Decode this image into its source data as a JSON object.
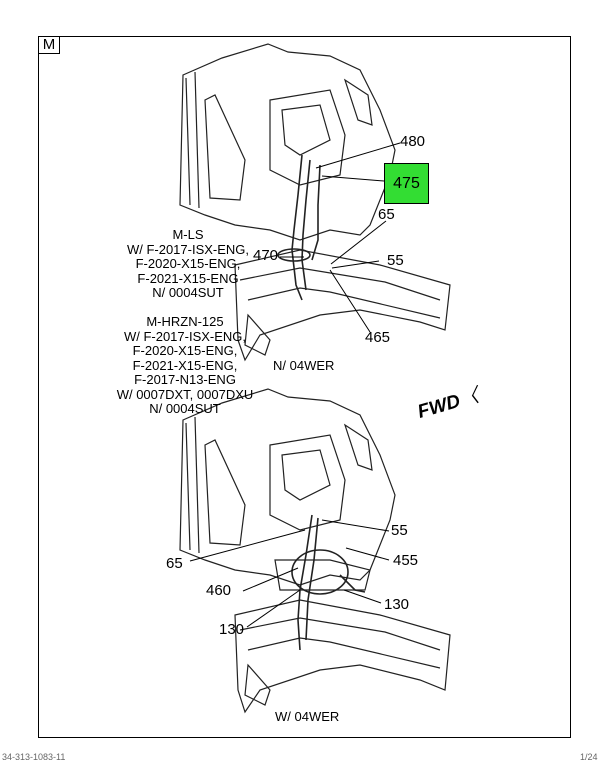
{
  "view_tag": "M",
  "callouts": {
    "c480": "480",
    "c475": "475",
    "c65_top": "65",
    "c470": "470",
    "c55_top": "55",
    "c465": "465",
    "c55_bot": "55",
    "c455": "455",
    "c65_bot": "65",
    "c460": "460",
    "c130_left": "130",
    "c130_right": "130"
  },
  "notes": {
    "mls": [
      "M-LS",
      "W/ F-2017-ISX-ENG,",
      "F-2020-X15-ENG,",
      "F-2021-X15-ENG",
      "N/ 0004SUT"
    ],
    "hrzn": [
      "M-HRZN-125",
      "W/ F-2017-ISX-ENG,",
      "F-2020-X15-ENG,",
      "F-2021-X15-ENG,",
      "F-2017-N13-ENG",
      "W/ 0007DXT, 0007DXU",
      "N/ 0004SUT"
    ]
  },
  "captions": {
    "top": "N/ 04WER",
    "bottom": "W/ 04WER"
  },
  "fwd_label": "FWD",
  "footer": {
    "left": "34-313-1083-11",
    "right": "1/24"
  },
  "colors": {
    "highlight": "#33dd33"
  }
}
